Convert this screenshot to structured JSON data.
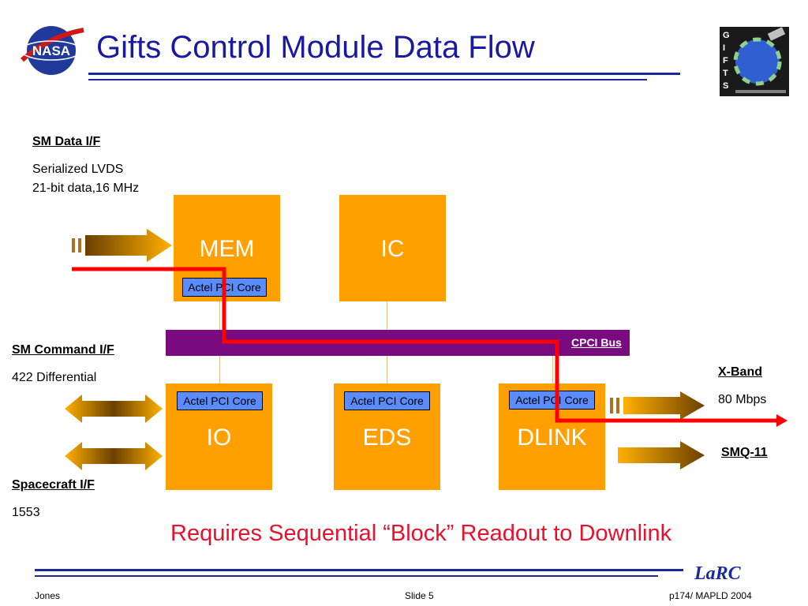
{
  "title": "Gifts Control Module Data Flow",
  "logos": {
    "left": "NASA",
    "right_letters": "GIFTS"
  },
  "sm_data": {
    "heading": "SM Data I/F",
    "line1": "Serialized LVDS",
    "line2": "21-bit data,16 MHz"
  },
  "sm_command": {
    "heading": "SM Command I/F",
    "line1": "422 Differential"
  },
  "spacecraft": {
    "heading": "Spacecraft I/F",
    "line1": "1553"
  },
  "xband": {
    "heading": "X-Band",
    "line1": "80 Mbps"
  },
  "smq": {
    "heading": "SMQ-11"
  },
  "blocks": {
    "mem": "MEM",
    "ic": "IC",
    "io": "IO",
    "eds": "EDS",
    "dlink": "DLINK"
  },
  "core_label": "Actel PCI Core",
  "bus_label": "CPCI Bus",
  "note": "Requires Sequential “Block” Readout to Downlink",
  "footer": {
    "left": "Jones",
    "center": "Slide 5",
    "right": "p174/ MAPLD 2004",
    "brand": "LaRC"
  },
  "colors": {
    "title": "#1a1aa0",
    "block": "#ff9f00",
    "bus": "#7a0a7f",
    "core": "#5a8cff",
    "path": "#ff0000",
    "note": "#e8112d"
  }
}
